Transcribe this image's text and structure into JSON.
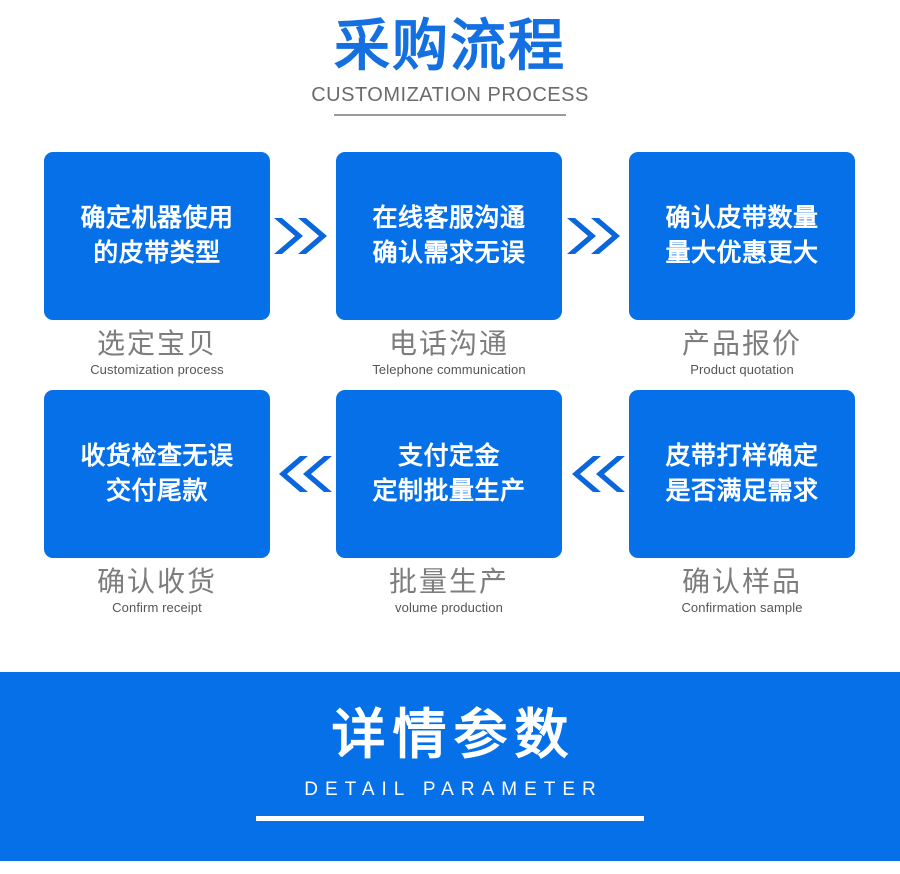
{
  "header": {
    "title": "采购流程",
    "subtitle": "CUSTOMIZATION PROCESS"
  },
  "flow": {
    "steps": [
      {
        "box_line1": "确定机器使用",
        "box_line2": "的皮带类型",
        "caption_cn": "选定宝贝",
        "caption_en": "Customization process"
      },
      {
        "box_line1": "在线客服沟通",
        "box_line2": "确认需求无误",
        "caption_cn": "电话沟通",
        "caption_en": "Telephone communication"
      },
      {
        "box_line1": "确认皮带数量",
        "box_line2": "量大优惠更大",
        "caption_cn": "产品报价",
        "caption_en": "Product quotation"
      },
      {
        "box_line1": "收货检查无误",
        "box_line2": "交付尾款",
        "caption_cn": "确认收货",
        "caption_en": "Confirm receipt"
      },
      {
        "box_line1": "支付定金",
        "box_line2": "定制批量生产",
        "caption_cn": "批量生产",
        "caption_en": "volume production"
      },
      {
        "box_line1": "皮带打样确定",
        "box_line2": "是否满足需求",
        "caption_cn": "确认样品",
        "caption_en": "Confirmation sample"
      }
    ],
    "arrows": {
      "row1_direction": "right",
      "row2_direction": "left"
    }
  },
  "banner": {
    "title": "详情参数",
    "subtitle": "DETAIL PARAMETER"
  },
  "colors": {
    "brand_blue": "#0570E8",
    "title_blue": "#1470E0",
    "caption_gray": "#7d7d7d",
    "caption_en_gray": "#555555",
    "rule_gray": "#9a9a9a",
    "white": "#ffffff"
  }
}
